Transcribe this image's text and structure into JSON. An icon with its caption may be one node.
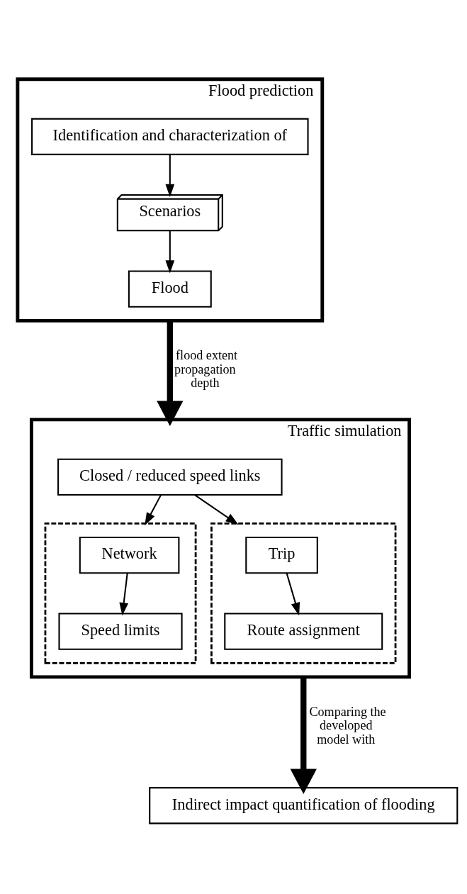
{
  "diagram": {
    "nodes": [
      {
        "text": [
          "Flood prediction"
        ]
      },
      {
        "text": [
          "Identification and characterization of"
        ],
        "in": 0
      },
      {
        "text": [
          "Scenarios"
        ],
        "in": 0
      },
      {
        "text": [
          "Flood"
        ],
        "in": 0
      },
      {
        "text": [
          "Traffic simulation"
        ]
      },
      {
        "text": [
          "Closed / reduced speed links"
        ],
        "in": 4
      },
      {
        "text": [],
        "shape": "box",
        "in": 4
      },
      {
        "text": [
          "Network"
        ],
        "in": 6
      },
      {
        "text": [
          "Speed limits"
        ],
        "in": 6
      },
      {
        "text": [],
        "shape": "box",
        "in": 4
      },
      {
        "text": [
          "Trip"
        ],
        "in": 9
      },
      {
        "text": [
          "Route assignment"
        ],
        "in": 9
      },
      {
        "text": [
          "Indirect impact quantification of flooding"
        ]
      }
    ],
    "edges": [
      {
        "from": 1,
        "to": 2,
        "arrow": "to"
      },
      {
        "from": 2,
        "to": 3,
        "arrow": "to"
      },
      {
        "from": 0,
        "to": 4,
        "arrow": "to",
        "label": "flood extent propagation depth",
        "style": "thick"
      },
      {
        "from": 5,
        "to": 6,
        "arrow": "to"
      },
      {
        "from": 5,
        "to": 9,
        "arrow": "to"
      },
      {
        "from": 7,
        "to": 8,
        "arrow": "to"
      },
      {
        "from": 10,
        "to": 11,
        "arrow": "to"
      },
      {
        "from": 4,
        "to": 12,
        "arrow": "to",
        "label": "Comparing the developed model with",
        "style": "thick"
      }
    ]
  }
}
